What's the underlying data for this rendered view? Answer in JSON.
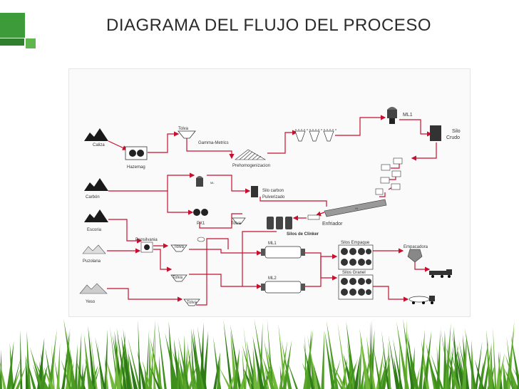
{
  "title": "DIAGRAMA DEL FLUJO DEL PROCESO",
  "labels": {
    "caliza": "Caliza",
    "carbon": "Carbón",
    "escoria": "Escoria",
    "puzolana": "Puzolana",
    "yeso": "Yeso",
    "hazemag": "Hazemag",
    "tolva": "Tolva",
    "gamma": "Gamma-Metrics",
    "prehomo": "Prehomogenizacion",
    "ml1_top": "ML1",
    "silo_crudo_1": "Silo",
    "silo_crudo_2": "Crudo",
    "silo_carbon_1": "Silo carbon",
    "silo_carbon_2": "Pulverizado",
    "px1": "PX1",
    "enfriador": "Enfriador",
    "silos_clinker": "Silos de Clinker",
    "pensilvania": "Pensilvania",
    "ml1_mill": "ML1",
    "ml2_mill": "ML2",
    "silos_empaque": "Silos Empaque",
    "silos_granel": "Silos Granel",
    "empacadora": "Empacadora",
    "small_ml": "ML",
    "kiln_label": "HI"
  }
}
